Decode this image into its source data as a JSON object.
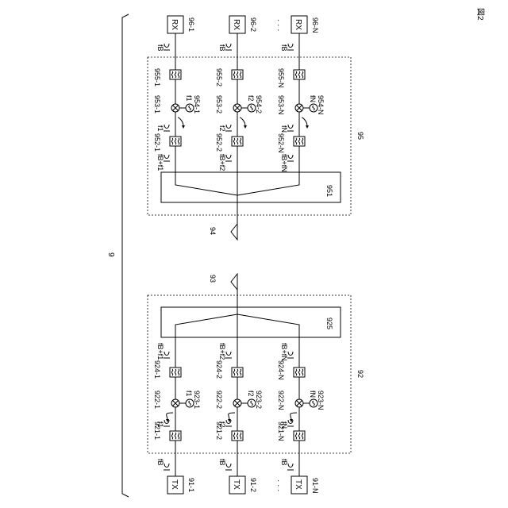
{
  "figure_label": "図2",
  "system": {
    "label": "9"
  },
  "tx": {
    "group_label": "92",
    "combiner_label": "925",
    "antenna_label": "93",
    "channels": [
      {
        "tx_text": "TX",
        "tx_label": "91-1",
        "freq_in": "fB",
        "filter1": "921-1",
        "mixer": "922-1",
        "lo": "923-1",
        "lo_freq": "f1",
        "out_freq": "f1",
        "filter2": "924-1",
        "sum_freq": "fB+f1"
      },
      {
        "tx_text": "TX",
        "tx_label": "91-2",
        "freq_in": "fB",
        "filter1": "921-2",
        "mixer": "922-2",
        "lo": "923-2",
        "lo_freq": "f2",
        "out_freq": "f2",
        "filter2": "924-2",
        "sum_freq": "fB+f2"
      },
      {
        "tx_text": "TX",
        "tx_label": "91-N",
        "freq_in": "fB",
        "filter1": "921-N",
        "mixer": "922-N",
        "lo": "923-N",
        "lo_freq": "fN",
        "out_freq": "fN",
        "filter2": "924-N",
        "sum_freq": "fB+fN"
      }
    ]
  },
  "rx": {
    "group_label": "95",
    "splitter_label": "951",
    "antenna_label": "94",
    "channels": [
      {
        "rx_text": "RX",
        "rx_label": "96-1",
        "freq_out": "fB",
        "filter2": "955-1",
        "mixer": "953-1",
        "lo": "954-1",
        "lo_freq": "f1",
        "mid_freq": "f1",
        "filter1": "952-1",
        "sum_freq": "fB+f1"
      },
      {
        "rx_text": "RX",
        "rx_label": "96-2",
        "freq_out": "fB",
        "filter2": "955-2",
        "mixer": "953-2",
        "lo": "954-2",
        "lo_freq": "f2",
        "mid_freq": "f2",
        "filter1": "952-2",
        "sum_freq": "fB+f2"
      },
      {
        "rx_text": "RX",
        "rx_label": "96-N",
        "freq_out": "fB",
        "filter2": "955-N",
        "mixer": "953-N",
        "lo": "954-N",
        "lo_freq": "fN",
        "mid_freq": "fN",
        "filter1": "952-N",
        "sum_freq": "fB+fN"
      }
    ]
  },
  "ellipsis": "· · ·",
  "colors": {
    "line": "#000000",
    "background": "#ffffff"
  }
}
